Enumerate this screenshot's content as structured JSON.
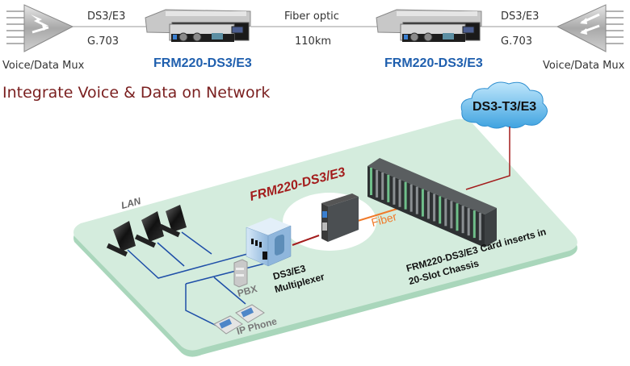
{
  "top_link": {
    "left_mux_label": "Voice/Data Mux",
    "right_mux_label": "Voice/Data Mux",
    "left_link_top": "DS3/E3",
    "left_link_bottom": "G.703",
    "middle_link_top": "Fiber optic",
    "middle_link_bottom": "110km",
    "right_link_top": "DS3/E3",
    "right_link_bottom": "G.703",
    "left_device_label": "FRM220-DS3/E3",
    "right_device_label": "FRM220-DS3/E3"
  },
  "section_title": "Integrate Voice & Data on Network",
  "network": {
    "cloud_label": "DS3-T3/E3",
    "lan_label": "LAN",
    "pbx_label": "PBX",
    "ip_phone_label": "IP Phone",
    "multiplexer_label_line1": "DS3/E3",
    "multiplexer_label_line2": "Multiplexer",
    "converter_label": "FRM220-DS3/E3",
    "fiber_label": "Fiber",
    "chassis_label_line1": "FRM220-DS3/E3 Card inserts in",
    "chassis_label_line2": "20-Slot Chassis"
  },
  "colors": {
    "title": "#7a1f1f",
    "product_blue": "#1f5fae",
    "platform": "#cfe9d9",
    "platform_edge": "#a9d6bb",
    "lan_line": "#1f4fa8",
    "red_line": "#a31c1c",
    "fiber_line": "#f07a2a",
    "cloud": "#5ab4e6"
  }
}
